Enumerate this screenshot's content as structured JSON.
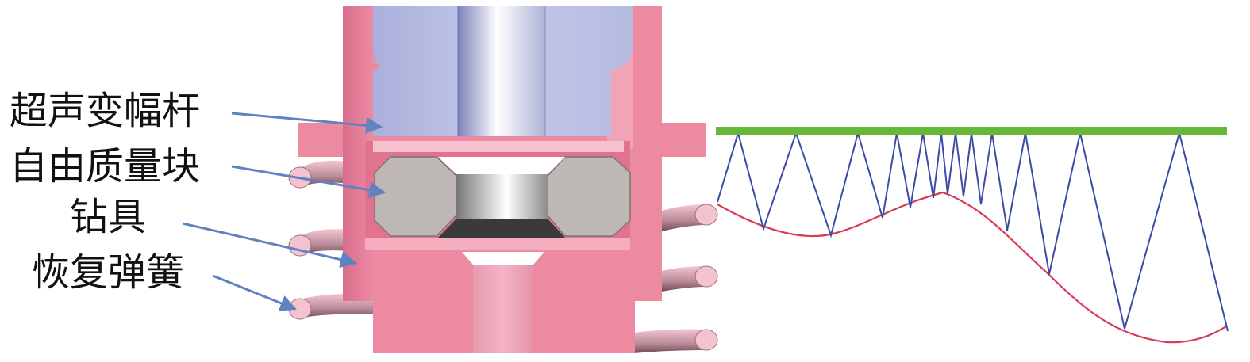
{
  "callouts": [
    {
      "id": "horn",
      "text": "超声变幅杆"
    },
    {
      "id": "free-mass",
      "text": "自由质量块"
    },
    {
      "id": "drill-tool",
      "text": "钻具"
    },
    {
      "id": "return-spring",
      "text": "恢复弹簧"
    }
  ],
  "colors": {
    "housing": "#ec8aa2",
    "horn": "#b9bfe2",
    "free_mass": "#bdb8b6",
    "spring": "#d9a0b0",
    "leader_arrows": "#5f82c2",
    "surface_line": "#67b739",
    "zigzag_path": "#3a4ba6",
    "trajectory_curve": "#d63b57"
  }
}
